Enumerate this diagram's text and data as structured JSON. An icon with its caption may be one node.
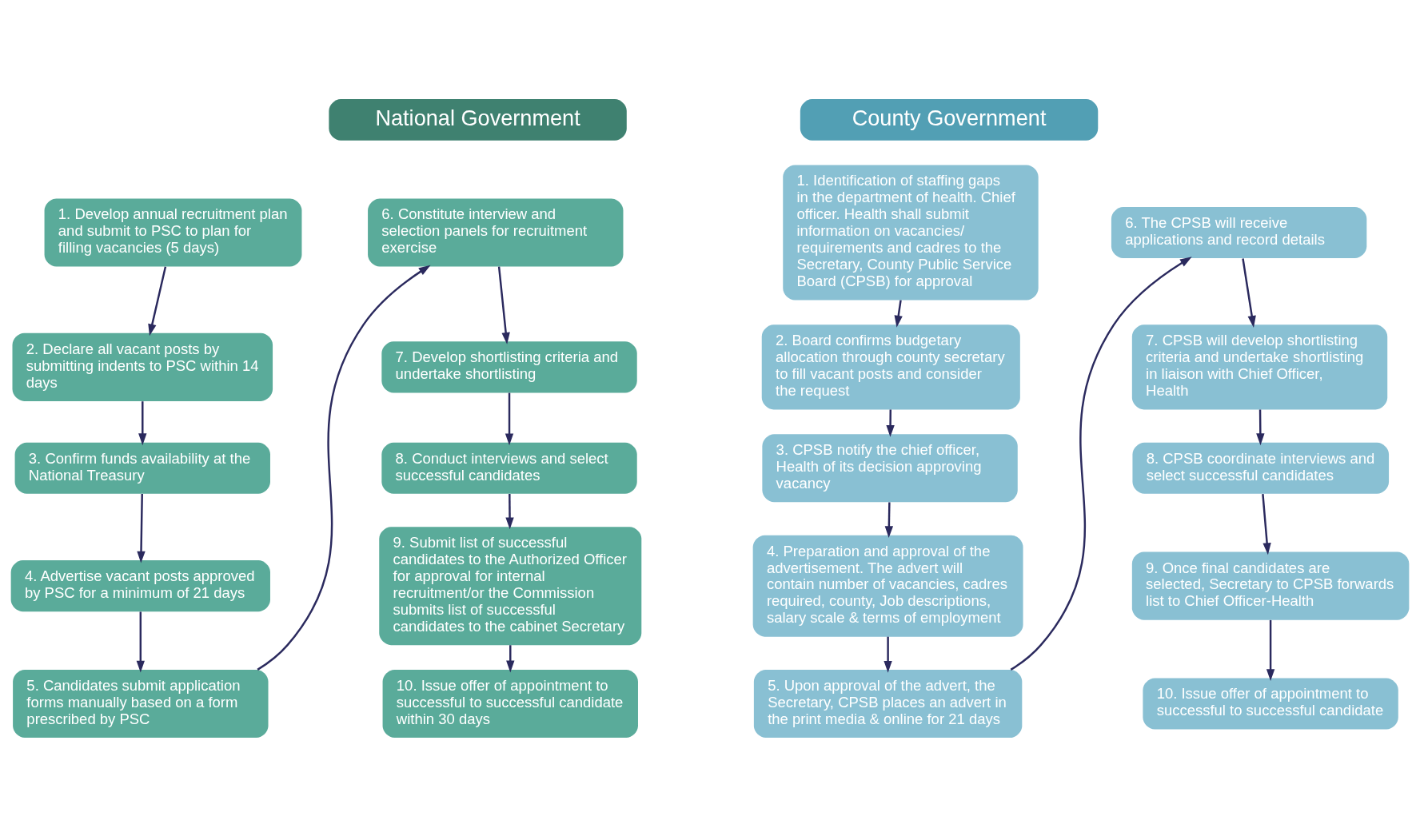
{
  "diagram": {
    "nodes": [
      {
        "text": [
          "National Government"
        ]
      },
      {
        "text": [
          "1. Develop annual recruitment plan and submit to PSC to plan for filling vacancies (5 days)"
        ]
      },
      {
        "text": [
          "2. Declare all vacant posts by submitting indents to PSC within 14 days"
        ]
      },
      {
        "text": [
          "3. Confirm funds availability at the National Treasury"
        ]
      },
      {
        "text": [
          "4. Advertise vacant posts approved by PSC for a minimum of 21 days"
        ]
      },
      {
        "text": [
          "5. Candidates submit application forms manually based on a form prescribed by PSC"
        ]
      },
      {
        "text": [
          "6. Constitute interview and selection panels for recruitment exercise"
        ]
      },
      {
        "text": [
          "7. Develop shortlisting criteria and undertake shortlisting"
        ]
      },
      {
        "text": [
          "8. Conduct interviews and select successful candidates"
        ]
      },
      {
        "text": [
          "9. Submit list of successful candidates to the Authorized Officer for approval for internal recruitment/or the Commission submits list of successful candidates to the cabinet Secretary"
        ]
      },
      {
        "text": [
          "10. Issue offer of appointment to successful to successful candidate within 30 days"
        ]
      },
      {
        "text": [
          "County Government"
        ]
      },
      {
        "text": [
          "1. Identification of staffing gaps in the department of health. Chief officer. Health shall submit information on vacancies/ requirements and cadres to the Secretary, County Public Service Board (CPSB) for approval"
        ]
      },
      {
        "text": [
          "2. Board confirms budgetary allocation through county secretary to fill vacant posts and consider the request"
        ]
      },
      {
        "text": [
          "3. CPSB notify the chief officer, Health of its decision approving vacancy"
        ]
      },
      {
        "text": [
          "4. Preparation and approval of the advertisement. The advert will contain number of vacancies, cadres required, county, Job descriptions, salary scale & terms of employment"
        ]
      },
      {
        "text": [
          "5. Upon approval of the advert, the Secretary, CPSB places an advert in the print media & online for 21 days"
        ]
      },
      {
        "text": [
          "6. The CPSB will receive applications and record details"
        ]
      },
      {
        "text": [
          "7. CPSB will develop shortlisting criteria and undertake shortlisting in liaison with Chief Officer, Health"
        ]
      },
      {
        "text": [
          "8. CPSB coordinate interviews and select successful candidates"
        ]
      },
      {
        "text": [
          "9. Once final candidates are selected, Secretary to CPSB forwards list to Chief Officer-Health"
        ]
      },
      {
        "text": [
          "10. Issue offer of appointment to successful to successful candidate"
        ]
      }
    ],
    "edges": [
      {
        "from": 1,
        "to": 2,
        "arrow": "to"
      },
      {
        "from": 2,
        "to": 3,
        "arrow": "to"
      },
      {
        "from": 3,
        "to": 4,
        "arrow": "to"
      },
      {
        "from": 4,
        "to": 5,
        "arrow": "to"
      },
      {
        "from": 5,
        "to": 6,
        "arrow": "to"
      },
      {
        "from": 6,
        "to": 7,
        "arrow": "to"
      },
      {
        "from": 7,
        "to": 8,
        "arrow": "to"
      },
      {
        "from": 8,
        "to": 9,
        "arrow": "to"
      },
      {
        "from": 9,
        "to": 10,
        "arrow": "to"
      },
      {
        "from": 12,
        "to": 13,
        "arrow": "to"
      },
      {
        "from": 13,
        "to": 14,
        "arrow": "to"
      },
      {
        "from": 14,
        "to": 15,
        "arrow": "to"
      },
      {
        "from": 15,
        "to": 16,
        "arrow": "to"
      },
      {
        "from": 16,
        "to": 17,
        "arrow": "to"
      },
      {
        "from": 17,
        "to": 18,
        "arrow": "to"
      },
      {
        "from": 18,
        "to": 19,
        "arrow": "to"
      },
      {
        "from": 19,
        "to": 20,
        "arrow": "to"
      },
      {
        "from": 20,
        "to": 21,
        "arrow": "to"
      }
    ]
  }
}
